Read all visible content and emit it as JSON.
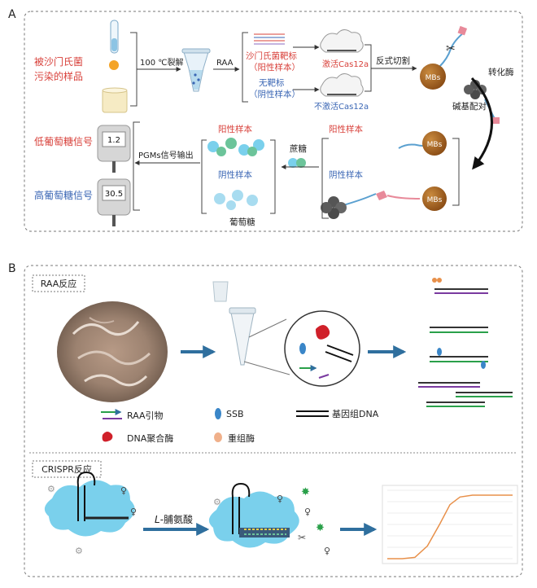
{
  "panel_a": {
    "label": "A",
    "sample_line1": "被沙门氏菌",
    "sample_line2": "污染的样品",
    "lysis": "100 ℃裂解",
    "raa": "RAA",
    "target_line1": "沙门氏菌靶标",
    "target_line2": "（阳性样本）",
    "no_target_line1": "无靶标",
    "no_target_line2": "（阴性样本）",
    "activate": "激活Cas12a",
    "not_activate": "不激活Cas12a",
    "trans_cleave": "反式切割",
    "invertase": "转化酶",
    "base_pairing": "碱基配对",
    "mbs": "MBs",
    "positive_sample": "阳性样本",
    "negative_sample": "阴性样本",
    "sucrose": "蔗糖",
    "glucose": "葡萄糖",
    "pgm_output": "PGMs信号输出",
    "low_glucose": "低葡萄糖信号",
    "high_glucose": "高葡萄糖信号",
    "meter_low": "1.2",
    "meter_high": "30.5"
  },
  "panel_b": {
    "label": "B",
    "raa_box": "RAA反应",
    "crispr_box": "CRISPR反应",
    "legend_primer": "RAA引物",
    "legend_ssb": "SSB",
    "legend_genomic": "基因组DNA",
    "legend_polymerase": "DNA聚合酶",
    "legend_recombinase": "重组酶",
    "proline_italic": "L",
    "proline_rest": "-脯氨酸"
  },
  "colors": {
    "red_text": "#d8403a",
    "blue_text": "#3a66b4",
    "cyan_blob": "#7ad0ec",
    "mb_brown": "#9a5a1c",
    "arrow_blue": "#2f6f9e",
    "pink": "#e88a9a"
  },
  "chart": {
    "curve": [
      [
        0,
        0.0
      ],
      [
        0.12,
        0.0
      ],
      [
        0.22,
        0.02
      ],
      [
        0.32,
        0.2
      ],
      [
        0.42,
        0.55
      ],
      [
        0.5,
        0.85
      ],
      [
        0.58,
        0.97
      ],
      [
        0.68,
        1.0
      ],
      [
        1.0,
        1.0
      ]
    ]
  }
}
